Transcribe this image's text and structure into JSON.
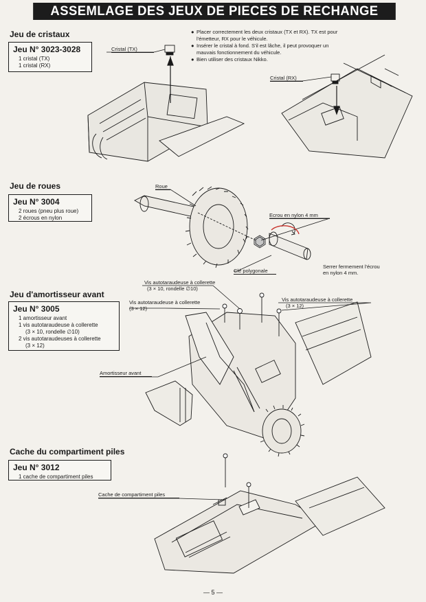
{
  "header": {
    "title": "ASSEMLAGE DES JEUX DE PIECES DE RECHANGE"
  },
  "sections": {
    "crystals": {
      "title": "Jeu de cristaux",
      "box_title": "Jeu N° 3023-3028",
      "items": [
        "1 cristal (TX)",
        "1 cristal (RX)"
      ],
      "label_tx": "Cristal (TX)",
      "label_rx": "Cristal (RX)",
      "notes": [
        "Placer correctement les deux cristaux (TX et RX). TX est pour l'émetteur, RX pour le véhicule.",
        "Insérer le cristal à fond. S'il est lâche, il peut provoquer un mauvais fonctionnement du véhicule.",
        "Bien utiliser des cristaux Nikko."
      ]
    },
    "wheels": {
      "title": "Jeu de roues",
      "box_title": "Jeu N° 3004",
      "items": [
        "2 roues (pneu plus roue)",
        "2 écrous en nylon"
      ],
      "label_wheel": "Roue",
      "label_nut": "Ecrou en nylon 4 mm",
      "label_key": "Clé polygonale",
      "note_line1": "Serrer fermement l'écrou",
      "note_line2": "en nylon 4 mm."
    },
    "shock": {
      "title": "Jeu d'amortisseur avant",
      "box_title": "Jeu N° 3005",
      "items": [
        "1 amortisseur avant",
        "1 vis autotaraudeuse à collerette",
        "(3 × 10, rondelle ∅10)",
        "2 vis autotaraudeuses à collerette",
        "(3 × 12)"
      ],
      "label_screw_a1": "Vis autotaraudeuse à collerette",
      "label_screw_a2": "(3 × 10, rondelle ∅10)",
      "label_screw_b1": "Vis autotaraudeuse à collerette",
      "label_screw_b2": "(3 × 12)",
      "label_screw_c1": "Vis autotaraudeuse à collerette",
      "label_screw_c2": "(3 × 12)",
      "label_shock": "Amortisseur avant"
    },
    "battery": {
      "title": "Cache du compartiment piles",
      "box_title": "Jeu N° 3012",
      "items": [
        "1 cache de compartiment piles"
      ],
      "label_cover": "Cache de compartiment piles"
    }
  },
  "footer": {
    "page": "— 5 —"
  }
}
